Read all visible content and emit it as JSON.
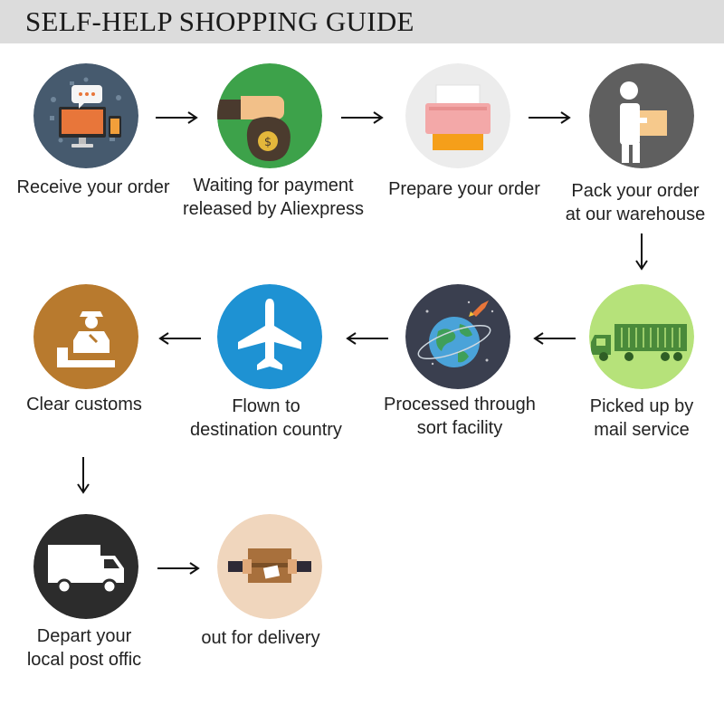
{
  "header": {
    "title": "SELF-HELP SHOPPING GUIDE"
  },
  "theme": {
    "header_bg": "#dcdcdc",
    "icon_colors": {
      "receive": "#465a6e",
      "payment": "#3da24a",
      "prepare": "#ececec",
      "pack": "#5f5f5f",
      "pickup": "#b6e27a",
      "sort": "#3a3f4f",
      "flown": "#1e92d3",
      "customs": "#b87a2e",
      "depart": "#2c2c2c",
      "delivery": "#f0d6bd"
    }
  },
  "steps": [
    {
      "id": "receive",
      "icon": "computer-chat-icon",
      "lines": [
        "Receive your order"
      ]
    },
    {
      "id": "payment",
      "icon": "money-bag-icon",
      "lines": [
        "Waiting for payment",
        "released by Aliexpress"
      ]
    },
    {
      "id": "prepare",
      "icon": "printer-icon",
      "lines": [
        "Prepare your order"
      ]
    },
    {
      "id": "pack",
      "icon": "person-carrying-box-icon",
      "lines": [
        "Pack your order",
        "at our warehouse"
      ]
    },
    {
      "id": "pickup",
      "icon": "delivery-truck-icon",
      "lines": [
        "Picked up by",
        "mail service"
      ]
    },
    {
      "id": "sort",
      "icon": "globe-rocket-icon",
      "lines": [
        "Processed through",
        "sort facility"
      ]
    },
    {
      "id": "flown",
      "icon": "airplane-icon",
      "lines": [
        "Flown to",
        "destination country"
      ]
    },
    {
      "id": "customs",
      "icon": "customs-officer-icon",
      "lines": [
        "Clear customs"
      ]
    },
    {
      "id": "depart",
      "icon": "van-icon",
      "lines": [
        "Depart your",
        "local post offic"
      ]
    },
    {
      "id": "delivery",
      "icon": "parcel-handover-icon",
      "lines": [
        "out for delivery"
      ]
    }
  ]
}
